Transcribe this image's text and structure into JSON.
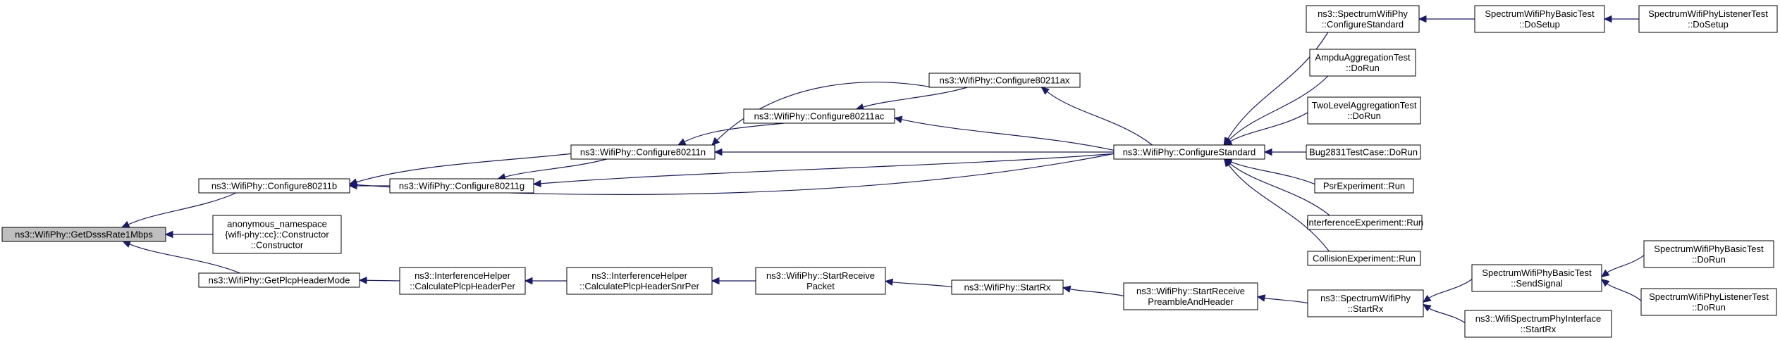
{
  "nodes": {
    "getdsss": [
      "ns3::WifiPhy::GetDsssRate1Mbps"
    ],
    "conf11b": [
      "ns3::WifiPhy::Configure80211b"
    ],
    "anon": [
      "anonymous_namespace",
      "{wifi-phy::cc}::Constructor",
      "::Constructor"
    ],
    "getplcp": [
      "ns3::WifiPhy::GetPlcpHeaderMode"
    ],
    "conf11g": [
      "ns3::WifiPhy::Configure80211g"
    ],
    "conf11n": [
      "ns3::WifiPhy::Configure80211n"
    ],
    "conf11ac": [
      "ns3::WifiPhy::Configure80211ac"
    ],
    "conf11ax": [
      "ns3::WifiPhy::Configure80211ax"
    ],
    "ihper": [
      "ns3::InterferenceHelper",
      "::CalculatePlcpHeaderPer"
    ],
    "ihsnr": [
      "ns3::InterferenceHelper",
      "::CalculatePlcpHeaderSnrPer"
    ],
    "startrecvpkt": [
      "ns3::WifiPhy::StartReceive",
      "Packet"
    ],
    "startrx": [
      "ns3::WifiPhy::StartRx"
    ],
    "startrecvpre": [
      "ns3::WifiPhy::StartReceive",
      "PreambleAndHeader"
    ],
    "confstd": [
      "ns3::WifiPhy::ConfigureStandard"
    ],
    "spconfstd": [
      "ns3::SpectrumWifiPhy",
      "::ConfigureStandard"
    ],
    "ampdu": [
      "AmpduAggregationTest",
      "::DoRun"
    ],
    "twolevel": [
      "TwoLevelAggregationTest",
      "::DoRun"
    ],
    "bug2831": [
      "Bug2831TestCase::DoRun"
    ],
    "psr": [
      "PsrExperiment::Run"
    ],
    "interf": [
      "InterferenceExperiment::Run"
    ],
    "collision": [
      "CollisionExperiment::Run"
    ],
    "spstartrx": [
      "ns3::SpectrumWifiPhy",
      "::StartRx"
    ],
    "sbtsetup": [
      "SpectrumWifiPhyBasicTest",
      "::DoSetup"
    ],
    "sltsetup": [
      "SpectrumWifiPhyListenerTest",
      "::DoSetup"
    ],
    "sbtsend": [
      "SpectrumWifiPhyBasicTest",
      "::SendSignal"
    ],
    "wsif": [
      "ns3::WifiSpectrumPhyInterface",
      "::StartRx"
    ],
    "sbtrun": [
      "SpectrumWifiPhyBasicTest",
      "::DoRun"
    ],
    "sltrun": [
      "SpectrumWifiPhyListenerTest",
      "::DoRun"
    ]
  },
  "edges": [
    [
      "conf11b",
      "getdsss"
    ],
    [
      "anon",
      "getdsss"
    ],
    [
      "getplcp",
      "getdsss"
    ],
    [
      "conf11g",
      "conf11b"
    ],
    [
      "conf11n",
      "conf11b"
    ],
    [
      "confstd",
      "conf11b"
    ],
    [
      "conf11n",
      "conf11g"
    ],
    [
      "confstd",
      "conf11g"
    ],
    [
      "conf11ac",
      "conf11n"
    ],
    [
      "conf11ax",
      "conf11n"
    ],
    [
      "confstd",
      "conf11n"
    ],
    [
      "conf11ax",
      "conf11ac"
    ],
    [
      "confstd",
      "conf11ac"
    ],
    [
      "confstd",
      "conf11ax"
    ],
    [
      "ihper",
      "getplcp"
    ],
    [
      "ihsnr",
      "ihper"
    ],
    [
      "startrecvpkt",
      "ihsnr"
    ],
    [
      "startrx",
      "startrecvpkt"
    ],
    [
      "startrecvpre",
      "startrx"
    ],
    [
      "spstartrx",
      "startrecvpre"
    ],
    [
      "spconfstd",
      "confstd"
    ],
    [
      "ampdu",
      "confstd"
    ],
    [
      "twolevel",
      "confstd"
    ],
    [
      "bug2831",
      "confstd"
    ],
    [
      "psr",
      "confstd"
    ],
    [
      "interf",
      "confstd"
    ],
    [
      "collision",
      "confstd"
    ],
    [
      "sbtsetup",
      "spconfstd"
    ],
    [
      "sltsetup",
      "sbtsetup"
    ],
    [
      "sbtsend",
      "spstartrx"
    ],
    [
      "wsif",
      "spstartrx"
    ],
    [
      "sbtrun",
      "sbtsend"
    ],
    [
      "sltrun",
      "sbtsend"
    ]
  ]
}
